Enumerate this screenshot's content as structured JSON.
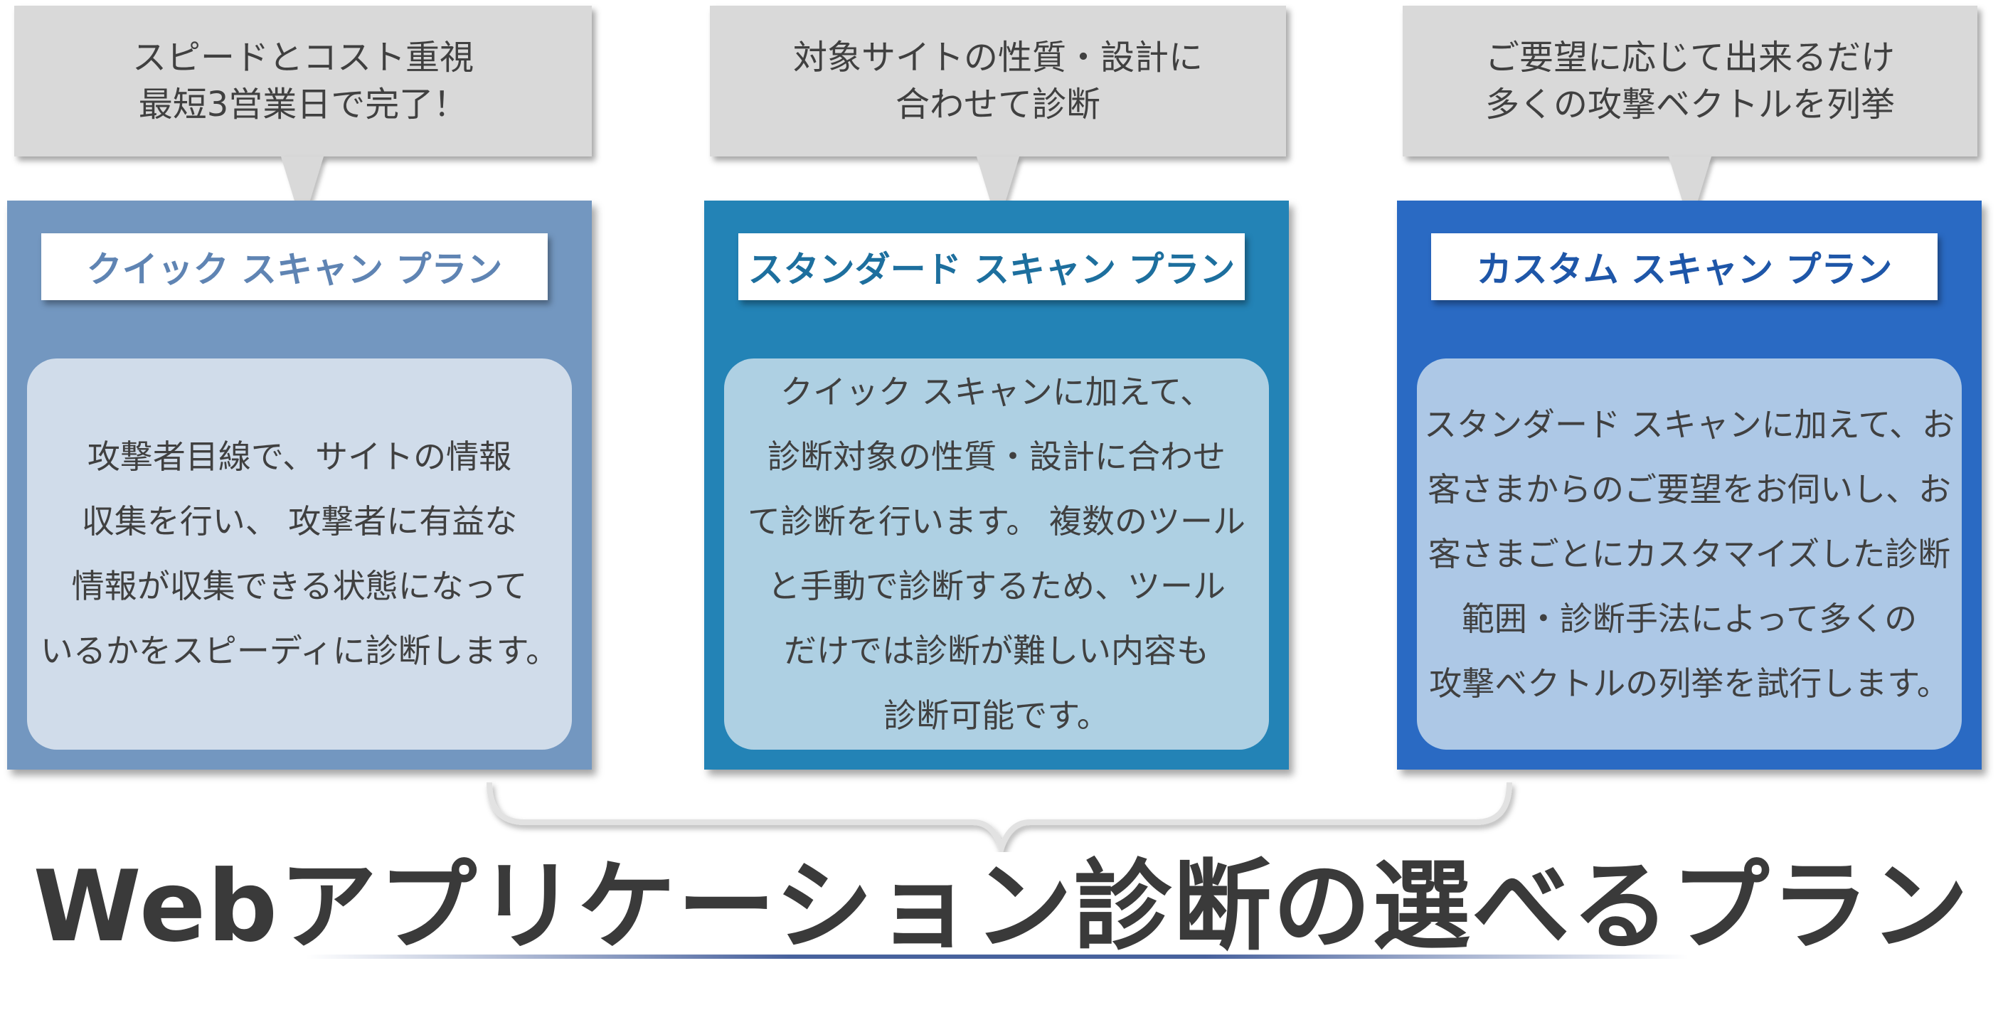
{
  "callouts": [
    {
      "line1": "スピードとコスト重視",
      "line2": "最短3営業日で完了！"
    },
    {
      "line1": "対象サイトの性質・設計に",
      "line2": "合わせて診断"
    },
    {
      "line1": "ご要望に応じて出来るだけ",
      "line2": "多くの攻撃ベクトルを列挙"
    }
  ],
  "plans": [
    {
      "title": "クイック スキャン プラン",
      "desc": [
        "攻撃者目線で、サイトの情報",
        "収集を行い、 攻撃者に有益な",
        "情報が収集できる状態になって",
        "いるかをスピーディに診断します。"
      ]
    },
    {
      "title": "スタンダード スキャン プラン",
      "desc": [
        "クイック スキャンに加えて、",
        "診断対象の性質・設計に合わせ",
        "て診断を行います。 複数のツール",
        "と手動で診断するため、ツール",
        "だけでは診断が難しい内容も",
        "診断可能です。"
      ]
    },
    {
      "title": "カスタム スキャン プラン",
      "desc": [
        "スタンダード スキャンに加えて、お",
        "客さまからのご要望をお伺いし、お",
        "客さまごとにカスタマイズした診断",
        "範囲・診断手法によって多くの",
        "攻撃ベクトルの列挙を試行します。"
      ]
    }
  ],
  "main_title": "Webアプリケーション診断の選べるプラン",
  "colors": {
    "quick_panel": "#7397c0",
    "standard_panel": "#2383b6",
    "custom_panel": "#2a6ac3",
    "callout_bg": "#d9d9d9",
    "text_dark": "#404040"
  }
}
